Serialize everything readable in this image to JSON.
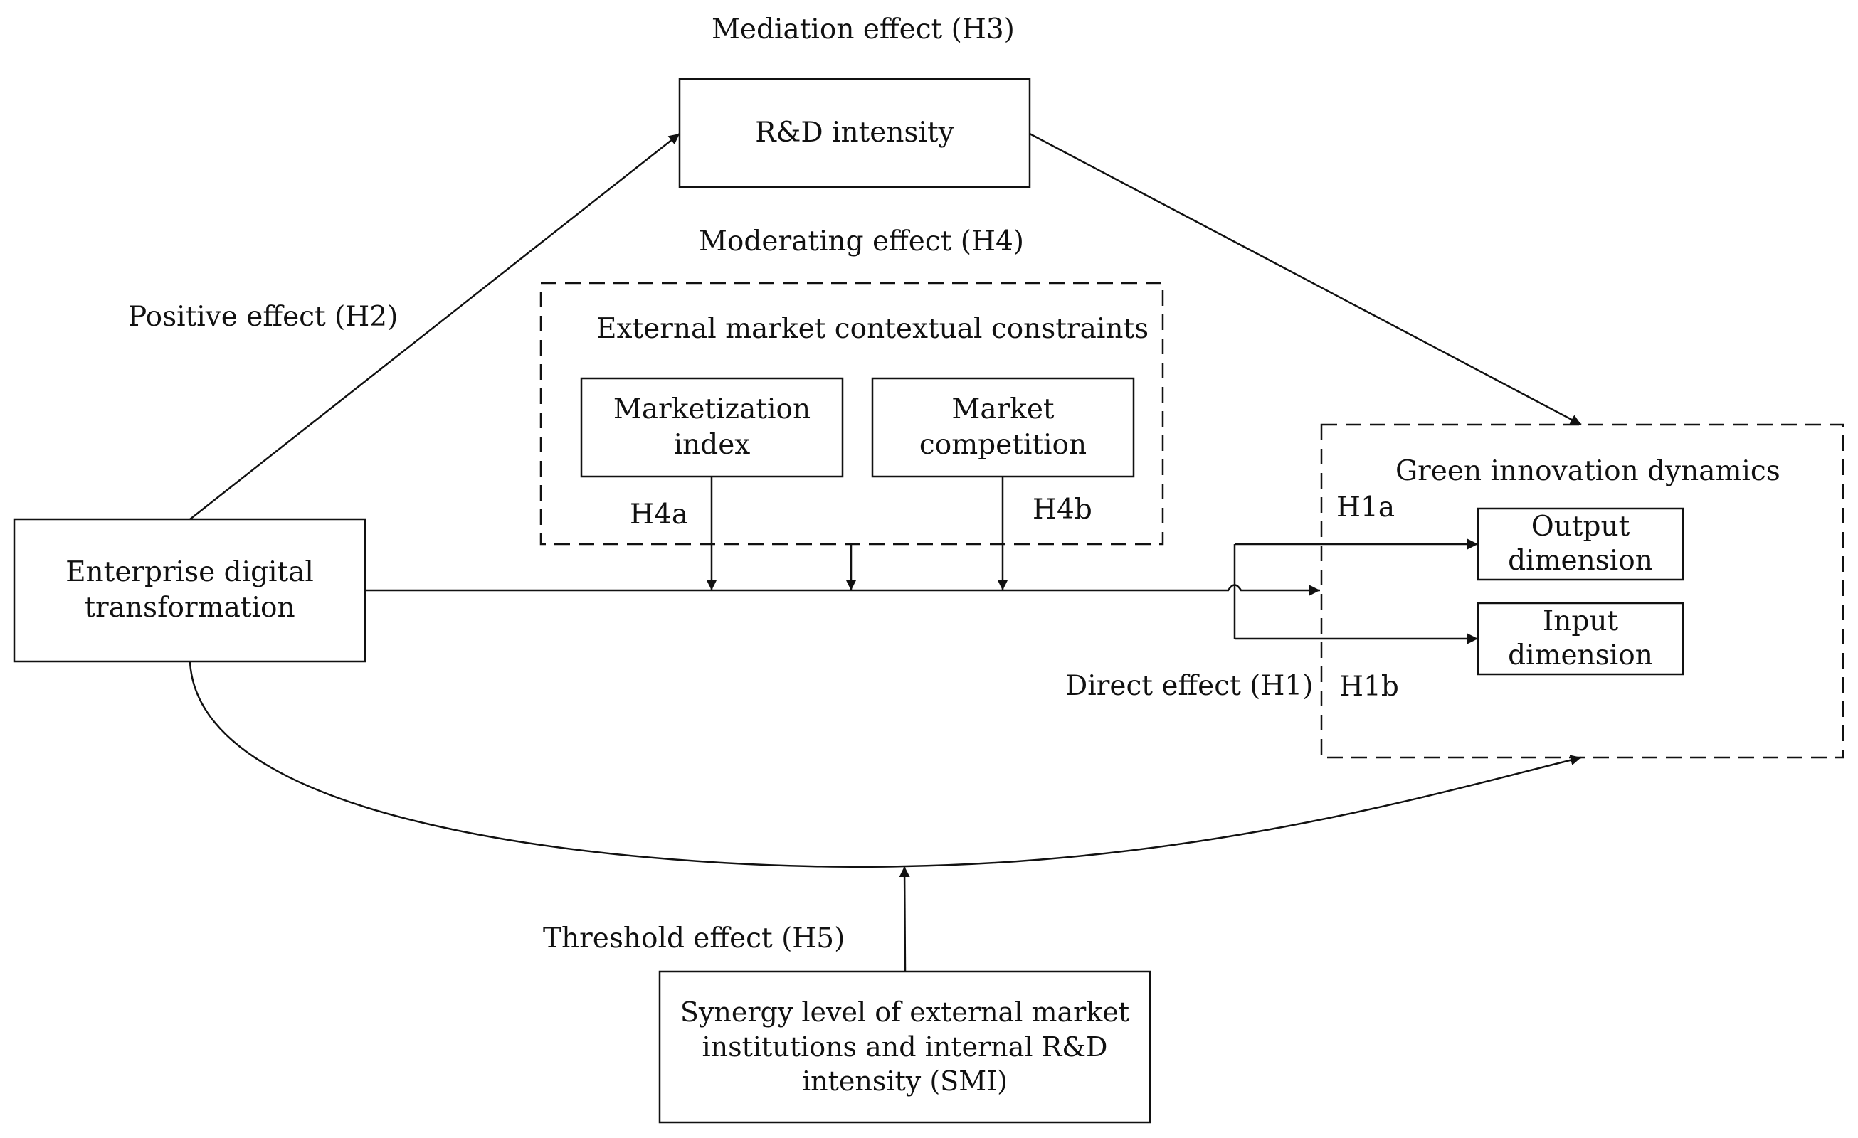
{
  "nodes": {
    "rd_intensity": "R&D intensity",
    "edt_line1": "Enterprise digital",
    "edt_line2": "transformation",
    "mkt_index_line1": "Marketization",
    "mkt_index_line2": "index",
    "mkt_comp_line1": "Market",
    "mkt_comp_line2": "competition",
    "output_line1": "Output",
    "output_line2": "dimension",
    "input_line1": "Input",
    "input_line2": "dimension",
    "smi_line1": "Synergy level of external market",
    "smi_line2": "institutions and internal R&D",
    "smi_line3": "intensity (SMI)"
  },
  "groups": {
    "external_constraints": "External market contextual constraints",
    "green_innovation": "Green innovation dynamics"
  },
  "labels": {
    "mediation": "Mediation effect (H3)",
    "moderating": "Moderating effect (H4)",
    "positive": "Positive effect (H2)",
    "direct": "Direct effect (H1)",
    "threshold": "Threshold effect (H5)",
    "h4a": "H4a",
    "h4b": "H4b",
    "h1a": "H1a",
    "h1b": "H1b"
  },
  "colors": {
    "line": "#111111",
    "background": "#ffffff"
  }
}
